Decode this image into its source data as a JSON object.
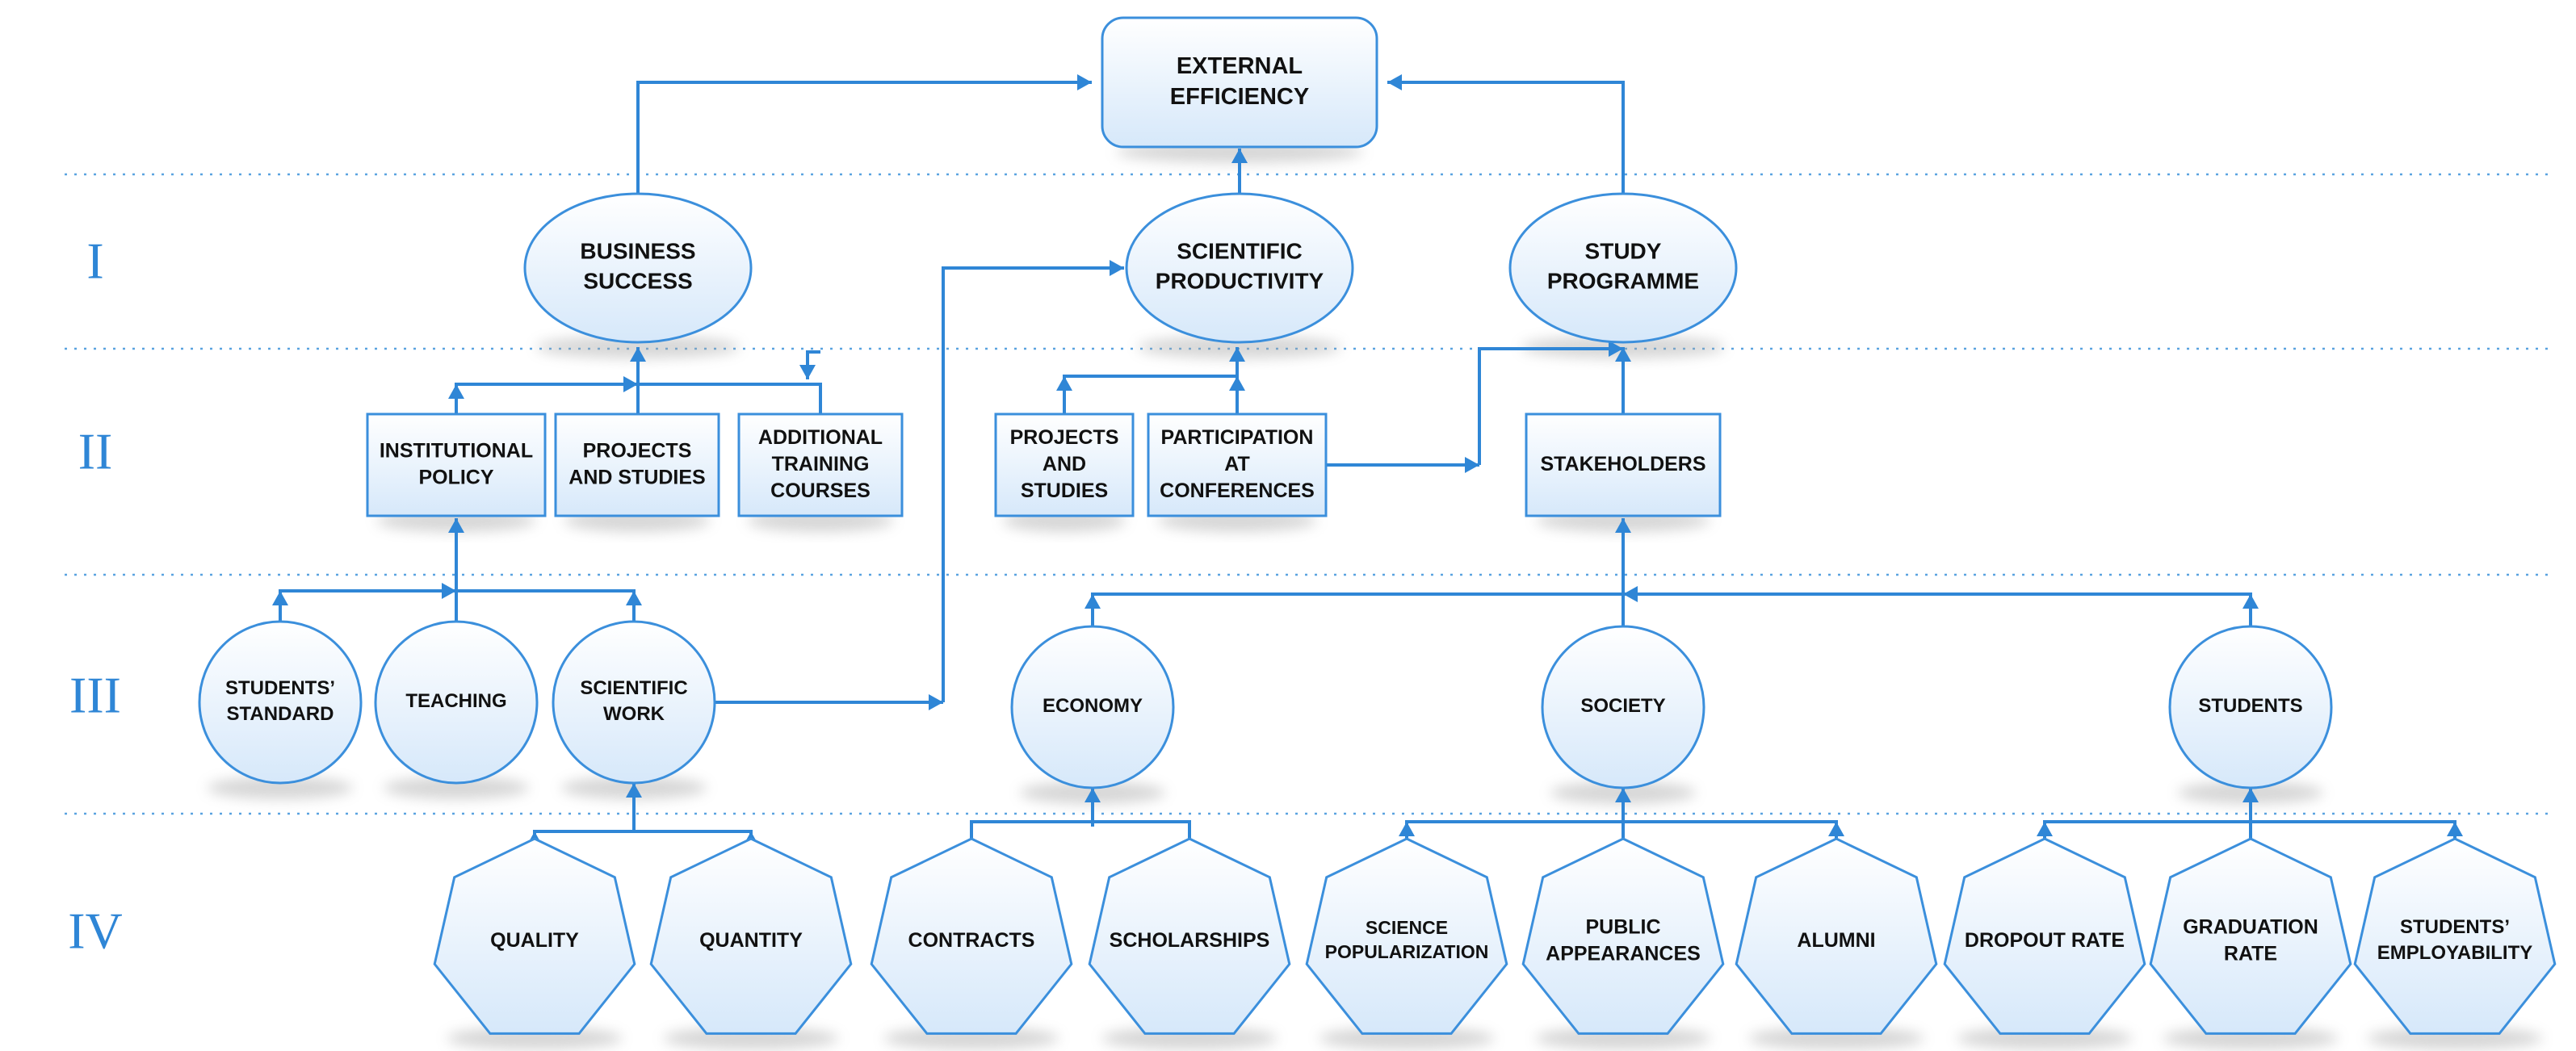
{
  "colors": {
    "accent": "#2f86d6",
    "node_fill_top": "#ffffff",
    "node_fill_bottom": "#d6e8fa",
    "node_stroke": "#3b8fdc",
    "text": "#111111",
    "shadow": "#a6a6a6"
  },
  "levels": [
    "I",
    "II",
    "III",
    "IV"
  ],
  "nodes": {
    "external_efficiency": {
      "text": "EXTERNAL\nEFFICIENCY"
    },
    "business_success": {
      "text": "BUSINESS\nSUCCESS"
    },
    "scientific_productivity": {
      "text": "SCIENTIFIC\nPRODUCTIVITY"
    },
    "study_programme": {
      "text": "STUDY\nPROGRAMME"
    },
    "institutional_policy": {
      "text": "INSTITUTIONAL\nPOLICY"
    },
    "projects_and_studies_1": {
      "text": "PROJECTS\nAND STUDIES"
    },
    "additional_training_courses": {
      "text": "ADDITIONAL\nTRAINING\nCOURSES"
    },
    "projects_and_studies_2": {
      "text": "PROJECTS\nAND\nSTUDIES"
    },
    "participation_at_conferences": {
      "text": "PARTICIPATION\nAT\nCONFERENCES"
    },
    "stakeholders": {
      "text": "STAKEHOLDERS"
    },
    "students_standard": {
      "text": "STUDENTS’\nSTANDARD"
    },
    "teaching": {
      "text": "TEACHING"
    },
    "scientific_work": {
      "text": "SCIENTIFIC\nWORK"
    },
    "economy": {
      "text": "ECONOMY"
    },
    "society": {
      "text": "SOCIETY"
    },
    "students": {
      "text": "STUDENTS"
    },
    "quality": {
      "text": "QUALITY"
    },
    "quantity": {
      "text": "QUANTITY"
    },
    "contracts": {
      "text": "CONTRACTS"
    },
    "scholarships": {
      "text": "SCHOLARSHIPS"
    },
    "science_popularization": {
      "text": "SCIENCE\nPOPULARIZATION"
    },
    "public_appearances": {
      "text": "PUBLIC\nAPPEARANCES"
    },
    "alumni": {
      "text": "ALUMNI"
    },
    "dropout_rate": {
      "text": "DROPOUT RATE"
    },
    "graduation_rate": {
      "text": "GRADUATION\nRATE"
    },
    "students_employability": {
      "text": "STUDENTS’\nEMPLOYABILITY"
    }
  }
}
